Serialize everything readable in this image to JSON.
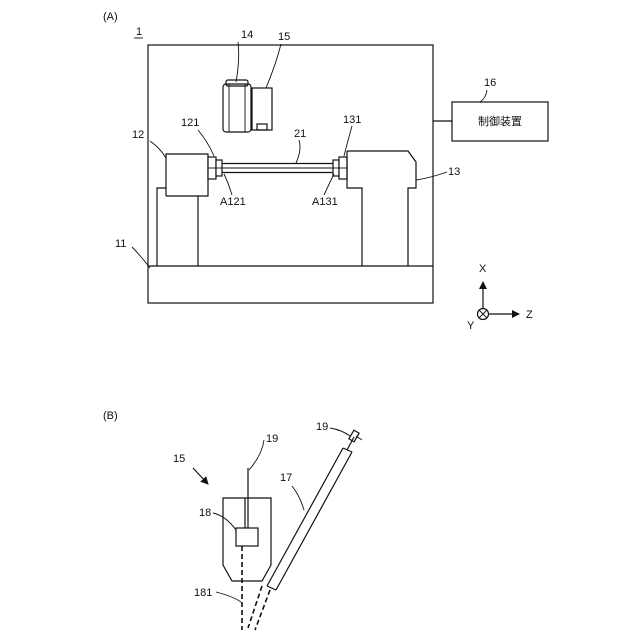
{
  "panels": {
    "a": {
      "label": "(A)"
    },
    "b": {
      "label": "(B)"
    }
  },
  "refs": {
    "r1": "1",
    "r11": "11",
    "r12": "12",
    "r13": "13",
    "r14": "14",
    "r15": "15",
    "r16": "16",
    "r21": "21",
    "r121": "121",
    "r131": "131",
    "rA121": "A121",
    "rA131": "A131",
    "r15b": "15",
    "r17": "17",
    "r18": "18",
    "r19a": "19",
    "r19b": "19",
    "r181": "181"
  },
  "control_device": {
    "label": "制御装置"
  },
  "axes": {
    "x": "X",
    "y": "Y",
    "z": "Z"
  }
}
